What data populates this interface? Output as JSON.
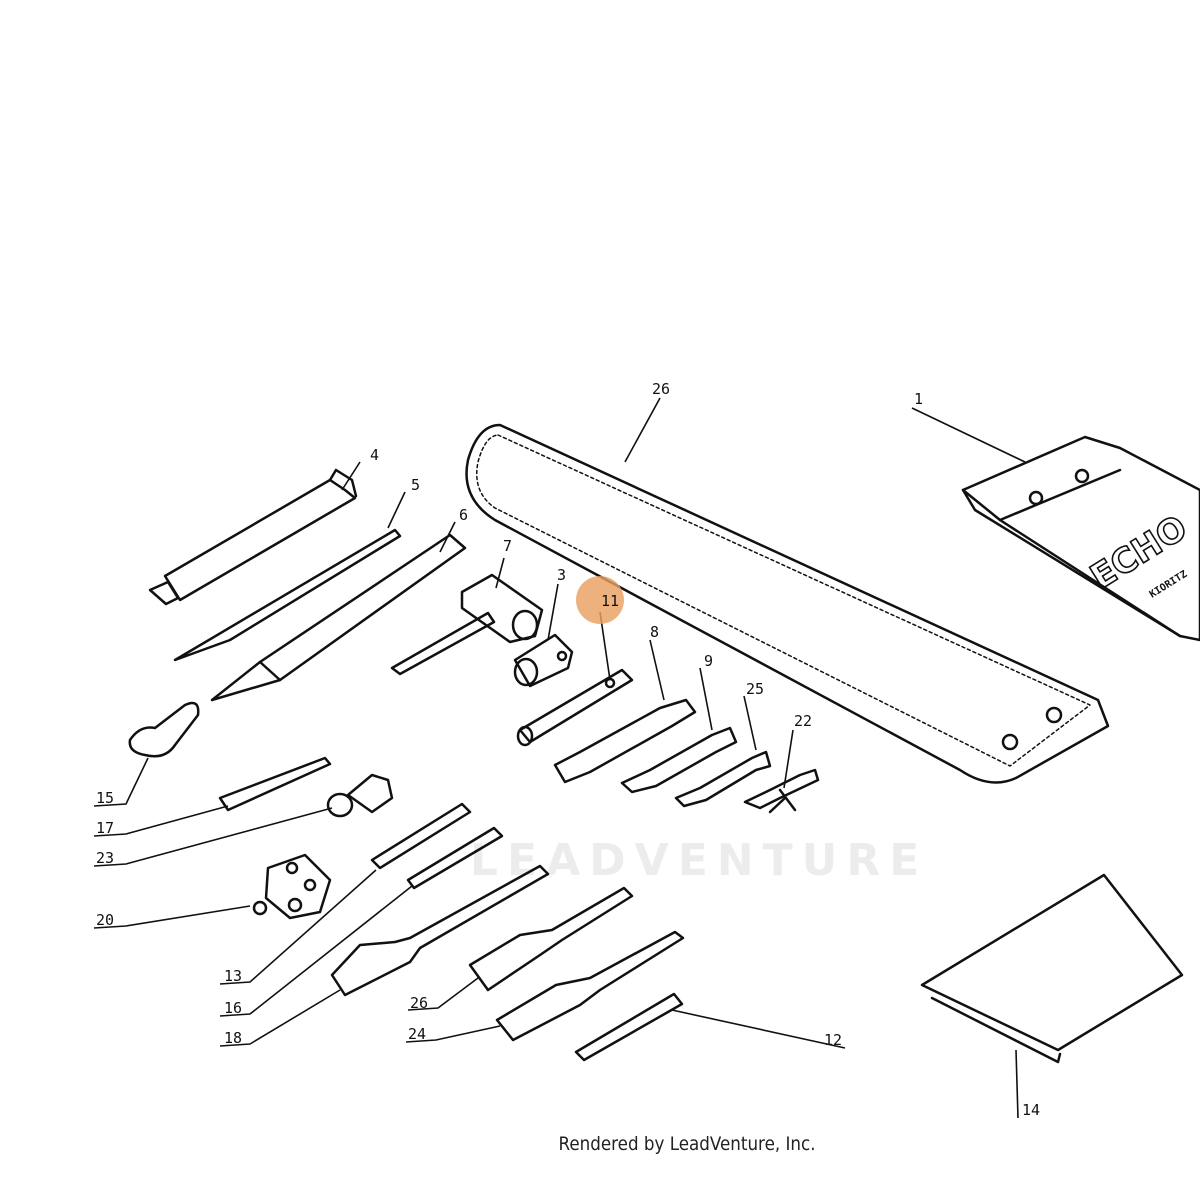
{
  "diagram": {
    "callouts": [
      {
        "id": "c1",
        "label": "1"
      },
      {
        "id": "c26a",
        "label": "26"
      },
      {
        "id": "c4",
        "label": "4"
      },
      {
        "id": "c5",
        "label": "5"
      },
      {
        "id": "c6",
        "label": "6"
      },
      {
        "id": "c7",
        "label": "7"
      },
      {
        "id": "c3",
        "label": "3"
      },
      {
        "id": "c11",
        "label": "11"
      },
      {
        "id": "c8",
        "label": "8"
      },
      {
        "id": "c9",
        "label": "9"
      },
      {
        "id": "c25",
        "label": "25"
      },
      {
        "id": "c22",
        "label": "22"
      },
      {
        "id": "c15",
        "label": "15"
      },
      {
        "id": "c17",
        "label": "17"
      },
      {
        "id": "c23",
        "label": "23"
      },
      {
        "id": "c20",
        "label": "20"
      },
      {
        "id": "c13",
        "label": "13"
      },
      {
        "id": "c16",
        "label": "16"
      },
      {
        "id": "c18",
        "label": "18"
      },
      {
        "id": "c26b",
        "label": "26"
      },
      {
        "id": "c24",
        "label": "24"
      },
      {
        "id": "c12",
        "label": "12"
      },
      {
        "id": "c14",
        "label": "14"
      }
    ],
    "highlighted_callout": "11",
    "highlight_color": "#e8a060",
    "pouch_brand": "ECHO",
    "pouch_subtext": "KIORITZ",
    "watermark": "LEADVENTURE"
  },
  "footer": {
    "credit": "Rendered by LeadVenture, Inc."
  }
}
